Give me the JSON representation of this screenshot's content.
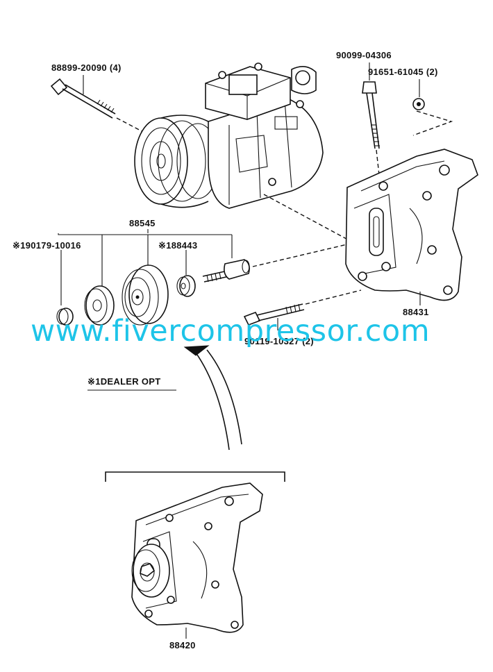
{
  "labels": {
    "bolt_88899": "88899-20090 (4)",
    "bolt_90099": "90099-04306",
    "nut_91651": "91651-61045 (2)",
    "pulley_88545": "88545",
    "collar_90179": "※190179-10016",
    "spacer_88443": "※188443",
    "bracket_88431": "88431",
    "bolt_90119": "90119-10327 (2)",
    "dealer_opt": "※1DEALER OPT",
    "bracket_88420": "88420"
  },
  "watermark": "www.fivercompressor.com"
}
